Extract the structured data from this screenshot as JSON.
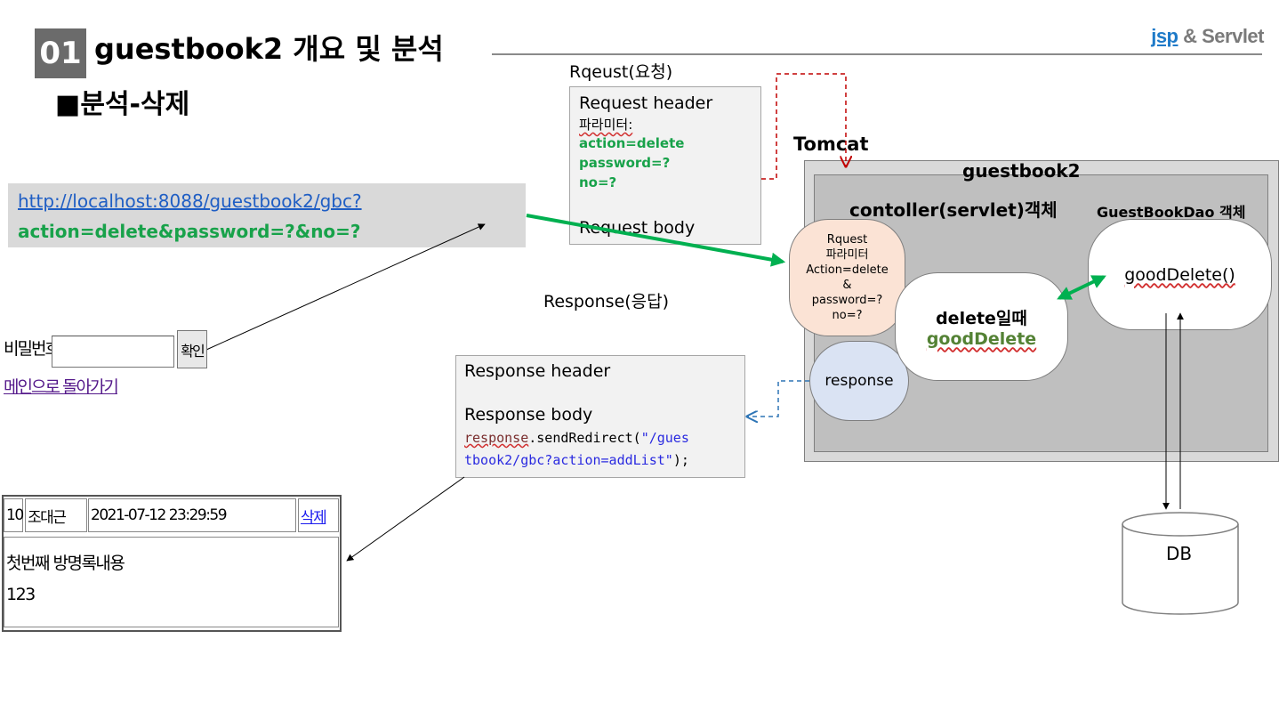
{
  "header": {
    "number": "01",
    "title": "guestbook2 개요 및 분석",
    "brand_jsp": "jsp",
    "brand_rest": " & Servlet",
    "subtitle": "■분석-삭제"
  },
  "url_bar": {
    "link": "http://localhost:8088/guestbook2/gbc?",
    "params": "action=delete&password=?&no=?"
  },
  "request": {
    "label": "Rqeust(요청)",
    "header": "Request header",
    "param_title": "파라미터:",
    "params": [
      "action=delete",
      "password=?",
      "no=?"
    ],
    "body": "Request body"
  },
  "response": {
    "label": "Response(응답)",
    "header": "Response header",
    "body": "Response body",
    "code_obj": "response",
    "code_method": ".sendRedirect(",
    "code_str1": "\"/gues",
    "code_str2": "tbook2/gbc?action=addList\"",
    "code_end": ");"
  },
  "server": {
    "tomcat": "Tomcat",
    "app": "guestbook2",
    "controller": "contoller(servlet)객체",
    "dao": "GuestBookDao 객체",
    "req_bubble": [
      "Rquest",
      "파라미터",
      "Action=delete",
      "&",
      "password=?",
      "no=?"
    ],
    "response_bubble": "response",
    "delete_title": "delete일때",
    "delete_method": "goodDelete",
    "dao_method": "goodDelete()",
    "db": "DB"
  },
  "form": {
    "password_label": "비밀번호",
    "confirm_button": "확인",
    "back_link": "메인으로 돌아가기"
  },
  "entry": {
    "no": "10",
    "name": "조대근",
    "date": "2021-07-12 23:29:59",
    "delete_link": "삭제",
    "content": [
      "첫번째 방명록내용",
      "123"
    ]
  },
  "colors": {
    "green_param": "#18a24a",
    "arrow_green": "#00b050",
    "tomcat_outer": "#d9d9d9",
    "tomcat_inner": "#bfbfbf",
    "request_bubble": "#fbe3d5",
    "response_bubble": "#dae3f3",
    "request_dash": "#c00000",
    "response_dash": "#2e75b6",
    "link_blue": "#1f5ec4"
  }
}
